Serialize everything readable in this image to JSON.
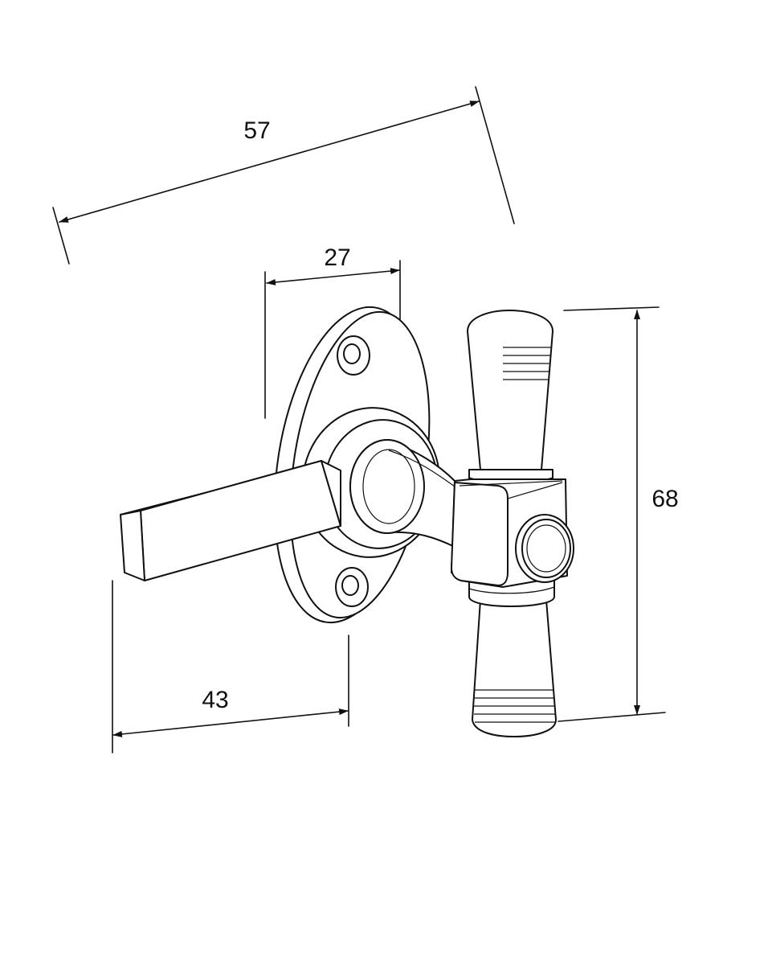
{
  "dimensions": {
    "overall_length": "57",
    "plate_width": "27",
    "lever_length": "43",
    "handle_height": "68"
  }
}
